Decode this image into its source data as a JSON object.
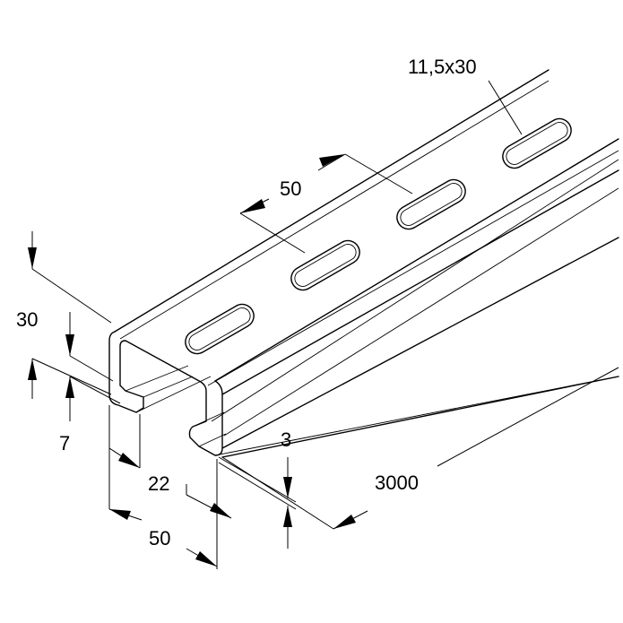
{
  "dimensions": {
    "slot_size": "11,5x30",
    "slot_pitch": "50",
    "height": "30",
    "lip_height": "7",
    "slot_opening": "22",
    "width": "50",
    "thickness": "3",
    "length": "3000"
  }
}
